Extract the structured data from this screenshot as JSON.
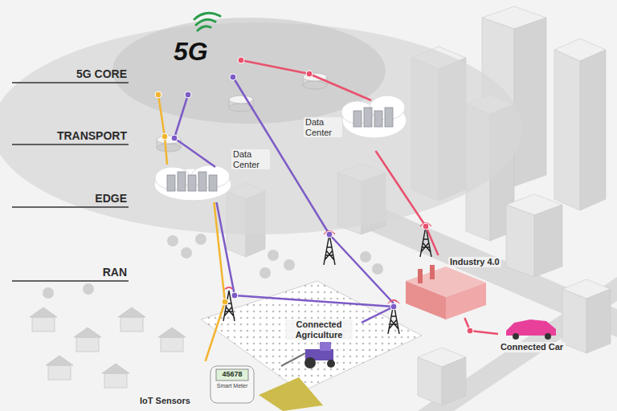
{
  "diagram": {
    "nodes": [
      {
        "text": [
          "Data Center"
        ]
      },
      {
        "text": [
          "Data Center"
        ]
      },
      {
        "text": [
          "Industry 4.0"
        ]
      },
      {
        "text": [
          "Connected Agriculture"
        ]
      },
      {
        "text": [
          "Connected Car"
        ]
      },
      {
        "text": [
          "IoT Sensors"
        ]
      }
    ],
    "edges": [
      {
        "from": 0,
        "to": 2,
        "arrow": "none"
      },
      {
        "from": 2,
        "to": 4,
        "arrow": "none"
      },
      {
        "from": 1,
        "to": 5,
        "arrow": "none"
      },
      {
        "from": 1,
        "to": 3,
        "arrow": "none"
      }
    ],
    "labels": [
      "5G CORE",
      "TRANSPORT",
      "EDGE",
      "RAN",
      "5G",
      "45678",
      "Smart Meter"
    ]
  }
}
